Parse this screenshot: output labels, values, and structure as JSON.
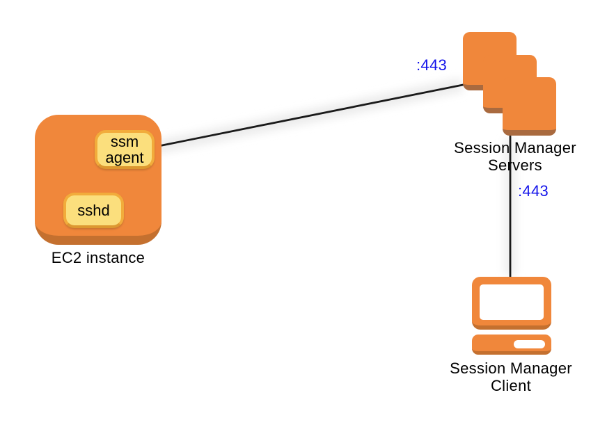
{
  "colors": {
    "node_orange": "#F0873B",
    "node_orange_shadow": "#C4702F",
    "server_shadow_brown": "#A96A3F",
    "pill_yellow_fill": "#FBDF7D",
    "pill_yellow_border": "#F2AC3B",
    "port_label_blue": "#1414EA",
    "connector_black": "#1A1A1A",
    "background": "#FFFFFF"
  },
  "nodes": {
    "ec2_instance": {
      "label": "EC2 instance"
    },
    "ssm_agent": {
      "label": "ssm\nagent"
    },
    "sshd": {
      "label": "sshd"
    },
    "session_manager_servers": {
      "label": "Session Manager\nServers",
      "server_count": 3
    },
    "session_manager_client": {
      "label": "Session Manager\nClient"
    }
  },
  "edges": {
    "ssm_agent_to_servers": {
      "port_label": ":443"
    },
    "servers_to_client": {
      "port_label": ":443"
    },
    "ssm_agent_to_sshd": {}
  }
}
